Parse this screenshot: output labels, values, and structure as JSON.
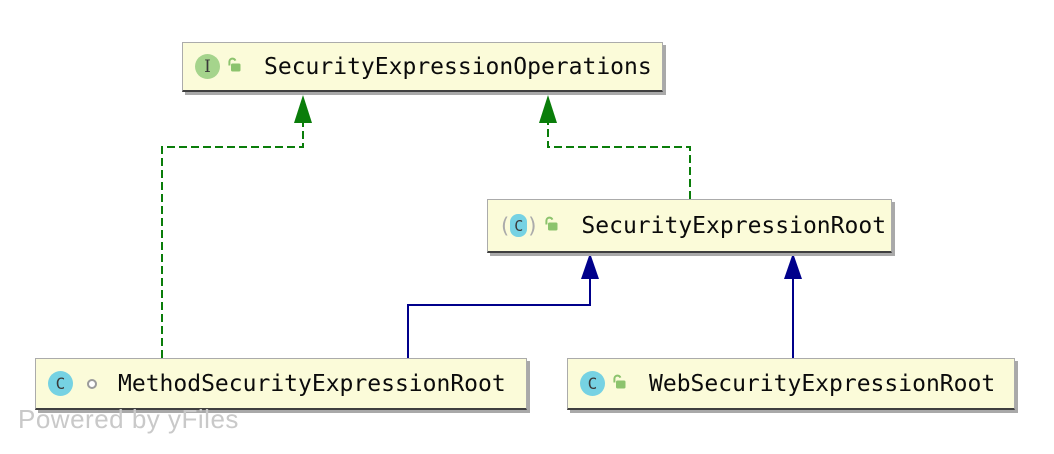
{
  "diagram": {
    "watermark": "Powered by yFiles",
    "nodes": [
      {
        "id": "SecurityExpressionOperations",
        "label": "SecurityExpressionOperations",
        "kind": "interface",
        "badge": "I",
        "visibility": "public",
        "visibility_icon": "lock-open-icon"
      },
      {
        "id": "SecurityExpressionRoot",
        "label": "SecurityExpressionRoot",
        "kind": "abstract-class",
        "badge": "C",
        "paren_open": "(",
        "paren_close": ")",
        "visibility": "public",
        "visibility_icon": "lock-open-icon"
      },
      {
        "id": "MethodSecurityExpressionRoot",
        "label": "MethodSecurityExpressionRoot",
        "kind": "class",
        "badge": "C",
        "visibility": "package-local",
        "visibility_icon": "package-local-icon"
      },
      {
        "id": "WebSecurityExpressionRoot",
        "label": "WebSecurityExpressionRoot",
        "kind": "class",
        "badge": "C",
        "visibility": "public",
        "visibility_icon": "lock-open-icon"
      }
    ],
    "edges": [
      {
        "from": "MethodSecurityExpressionRoot",
        "to": "SecurityExpressionOperations",
        "type": "implements",
        "line": "dashed",
        "color": "#0A7D0A"
      },
      {
        "from": "SecurityExpressionRoot",
        "to": "SecurityExpressionOperations",
        "type": "implements",
        "line": "dashed",
        "color": "#0A7D0A"
      },
      {
        "from": "MethodSecurityExpressionRoot",
        "to": "SecurityExpressionRoot",
        "type": "extends",
        "line": "solid",
        "color": "#00008B"
      },
      {
        "from": "WebSecurityExpressionRoot",
        "to": "SecurityExpressionRoot",
        "type": "extends",
        "line": "solid",
        "color": "#00008B"
      }
    ],
    "colors": {
      "background": "#FFFFFF",
      "node_fill": "#FBFBD9",
      "node_border": "#ABABAB",
      "node_bottom_border": "#3F3F3F",
      "node_shadow": "#A9A9A9",
      "implements_edge": "#0A7D0A",
      "extends_edge": "#00008B",
      "interface_badge": "#A5D48C",
      "class_badge": "#76D2E3",
      "lock_icon": "#8CC36D",
      "package_icon": "#9B9B9B",
      "label_text": "#0B0B0B",
      "watermark_text": "#C9C9C9"
    }
  }
}
